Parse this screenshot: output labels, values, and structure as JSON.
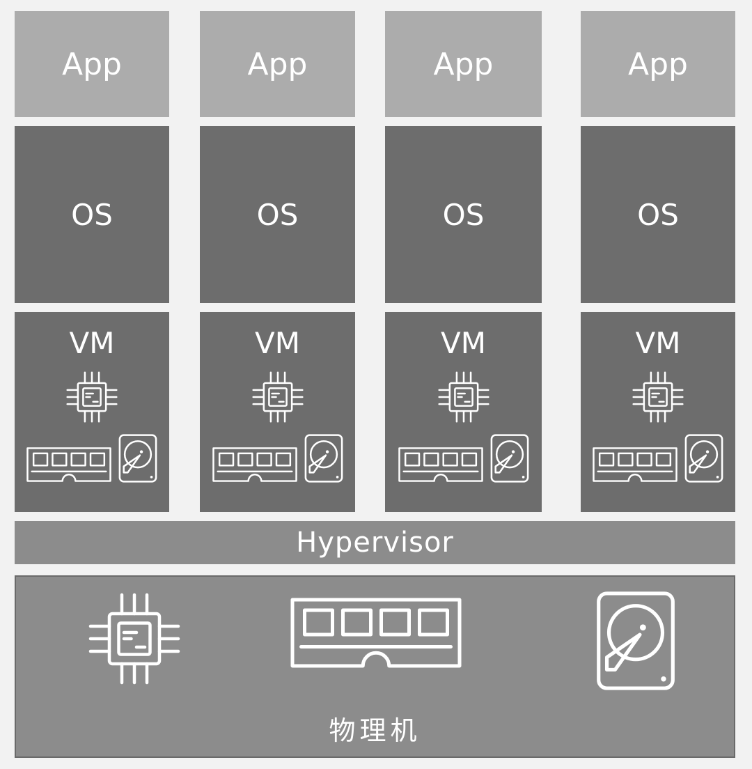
{
  "colors": {
    "background": "#f2f2f2",
    "app": "#acacac",
    "os": "#6d6d6d",
    "vm": "#6d6d6d",
    "hypervisor": "#8c8c8c",
    "physical": "#8c8c8c",
    "icon_stroke": "#ffffff"
  },
  "stacks": [
    {
      "app": "App",
      "os": "OS",
      "vm": "VM",
      "icons": [
        "cpu-icon",
        "ram-icon",
        "disk-icon"
      ]
    },
    {
      "app": "App",
      "os": "OS",
      "vm": "VM",
      "icons": [
        "cpu-icon",
        "ram-icon",
        "disk-icon"
      ]
    },
    {
      "app": "App",
      "os": "OS",
      "vm": "VM",
      "icons": [
        "cpu-icon",
        "ram-icon",
        "disk-icon"
      ]
    },
    {
      "app": "App",
      "os": "OS",
      "vm": "VM",
      "icons": [
        "cpu-icon",
        "ram-icon",
        "disk-icon"
      ]
    }
  ],
  "hypervisor": {
    "label": "Hypervisor"
  },
  "physical_machine": {
    "label": "物理机",
    "icons": [
      "cpu-icon",
      "ram-icon",
      "disk-icon"
    ]
  }
}
